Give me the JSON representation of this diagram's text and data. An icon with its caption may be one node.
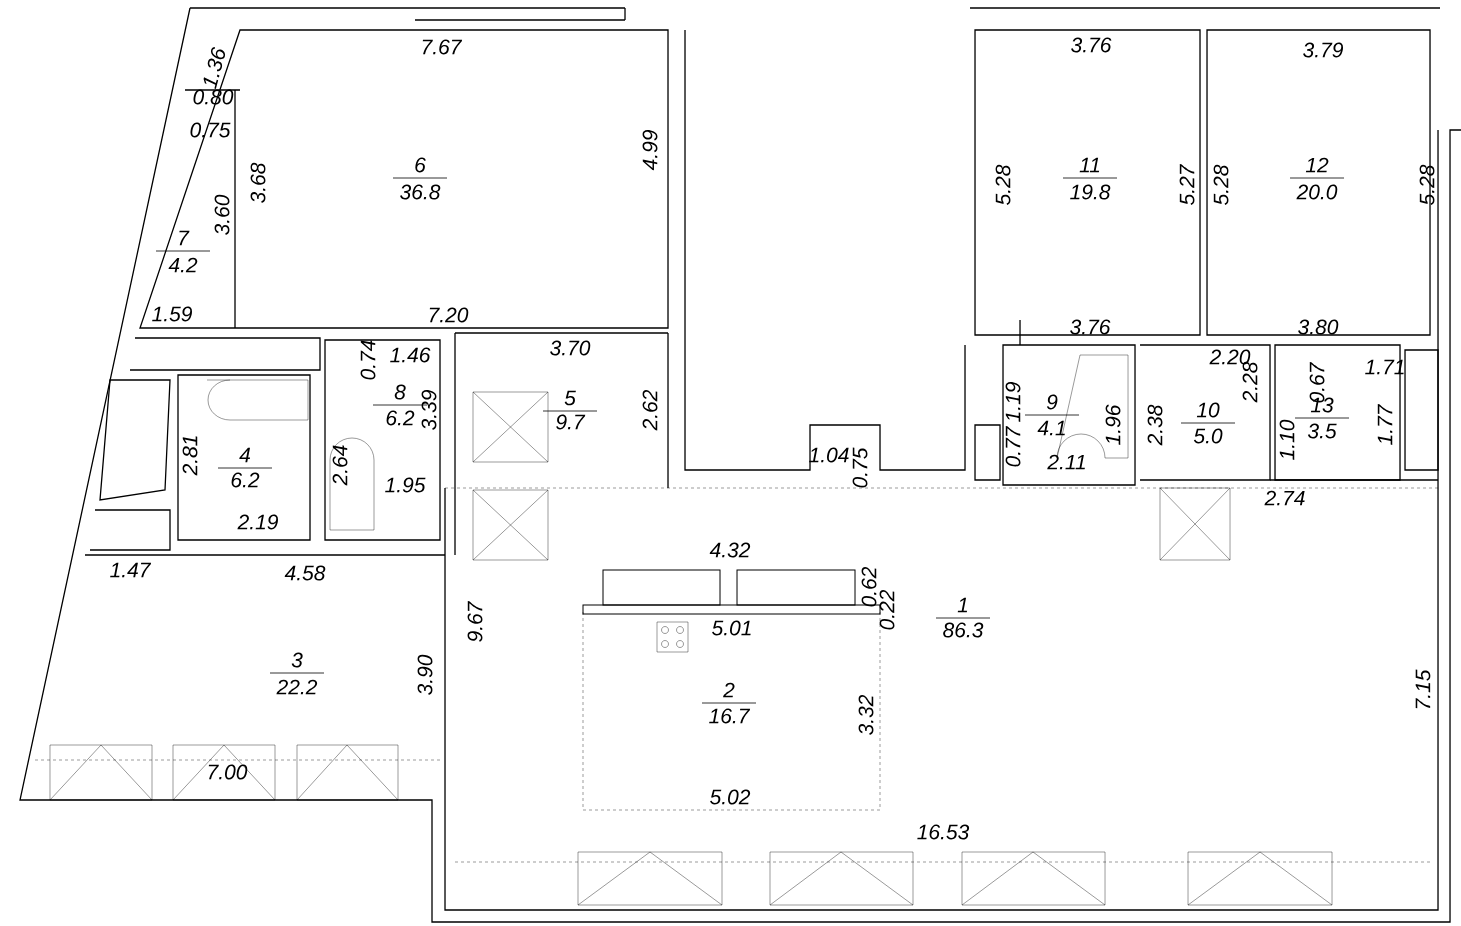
{
  "diagram": {
    "labels": [
      "7.67",
      "1.36",
      "3.76",
      "3.79",
      "0.80",
      "0.75",
      "5.28",
      "11",
      "19.8",
      "5.27",
      "5.28",
      "12",
      "20.0",
      "5.28",
      "6",
      "36.8",
      "3.68",
      "4.99",
      "3.60",
      "7",
      "4.2",
      "1.59",
      "7.20",
      "3.76",
      "3.80",
      "0.74",
      "1.46",
      "3.70",
      "2.20",
      "2.28",
      "0.67",
      "1.71",
      "8",
      "6.2",
      "5",
      "9.7",
      "2.62",
      "9",
      "4.1",
      "1.96",
      "2.38",
      "10",
      "5.0",
      "13",
      "3.5",
      "1.77",
      "1.19",
      "0.77",
      "1.10",
      "3.39",
      "2.81",
      "4",
      "6.2",
      "2.64",
      "1.95",
      "1.04",
      "0.75",
      "2.11",
      "2.74",
      "2.19",
      "1.47",
      "4.58",
      "4.32",
      "9.67",
      "0.62",
      "0.22",
      "5.01",
      "1",
      "86.3",
      "3.90",
      "3",
      "22.2",
      "2",
      "16.7",
      "3.32",
      "7.15",
      "7.00",
      "5.02",
      "16.53"
    ]
  }
}
